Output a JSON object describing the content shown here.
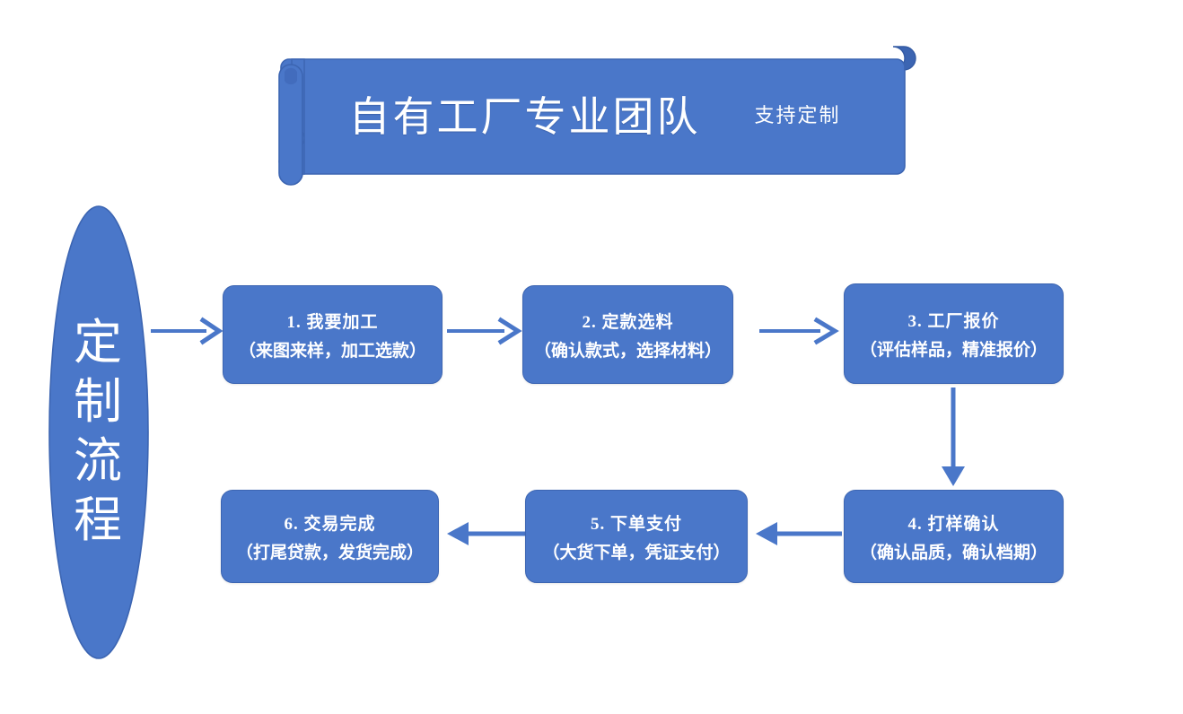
{
  "banner": {
    "title": "自有工厂专业团队",
    "subtitle": "支持定制",
    "fill": "#4a77c9",
    "stroke": "#3c65b2",
    "text_color": "#ffffff"
  },
  "side_label": {
    "name": "定制流程",
    "chars": [
      "定",
      "制",
      "流",
      "程"
    ],
    "fill": "#4a77c9",
    "stroke": "#3c65b2"
  },
  "flow": {
    "arrow_color": "#4a77c9",
    "steps": [
      {
        "index": "1",
        "title": "1. 我要加工",
        "detail": "（来图来样，加工选款）"
      },
      {
        "index": "2",
        "title": "2. 定款选料",
        "detail": "（确认款式，选择材料）"
      },
      {
        "index": "3",
        "title": "3. 工厂报价",
        "detail": "（评估样品，精准报价）"
      },
      {
        "index": "4",
        "title": "4. 打样确认",
        "detail": "（确认品质，确认档期）"
      },
      {
        "index": "5",
        "title": "5. 下单支付",
        "detail": "（大货下单，凭证支付）"
      },
      {
        "index": "6",
        "title": "6. 交易完成",
        "detail": "（打尾贷款，发货完成）"
      }
    ],
    "connectors": [
      {
        "name": "ellipse-to-step-1",
        "direction": "right"
      },
      {
        "name": "step-1-to-step-2",
        "direction": "right"
      },
      {
        "name": "step-2-to-step-3",
        "direction": "right"
      },
      {
        "name": "step-3-to-step-4",
        "direction": "down"
      },
      {
        "name": "step-4-to-step-5",
        "direction": "left"
      },
      {
        "name": "step-5-to-step-6",
        "direction": "left"
      }
    ]
  }
}
